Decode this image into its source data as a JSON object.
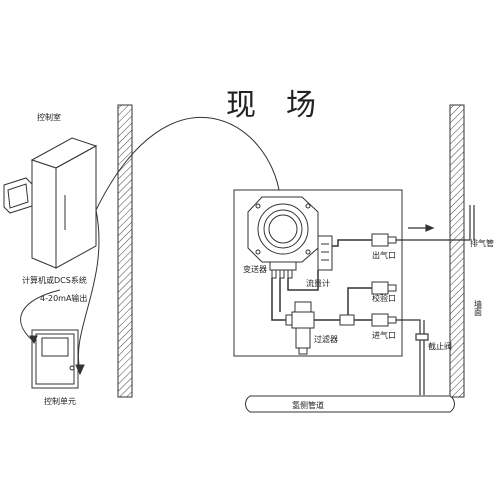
{
  "title": "现　场",
  "labels": {
    "control_room": "控制室",
    "dcs_system": "计算机或DCS系统",
    "output_signal": "4-20mA输出",
    "control_unit": "控制单元",
    "transmitter": "变送器",
    "flowmeter": "流量计",
    "filter": "过滤器",
    "outlet": "出气口",
    "calibration_port": "校验口",
    "inlet": "进气口",
    "exhaust": "排气管",
    "wall": "墙面",
    "shutoff_valve": "截止阀",
    "hydrogen_pipe": "氢侧管道"
  },
  "colors": {
    "line": "#333333",
    "hatch": "#444444",
    "panel_fill": "#ffffff"
  }
}
